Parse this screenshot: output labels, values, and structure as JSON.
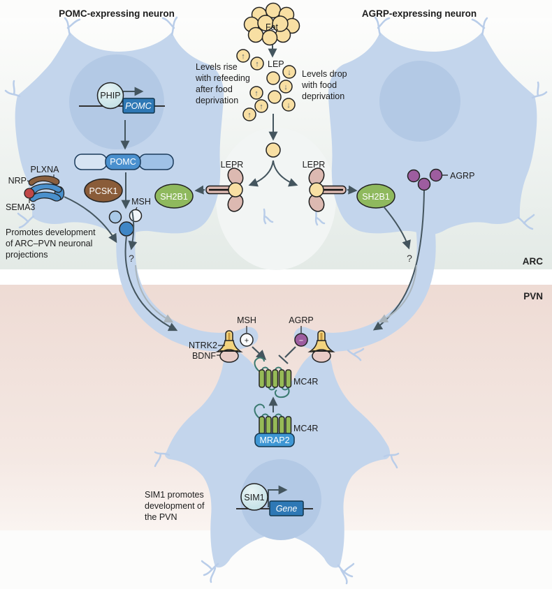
{
  "titles": {
    "left": "POMC-expressing neuron",
    "right": "AGRP-expressing neuron"
  },
  "regions": {
    "arc": "ARC",
    "pvn": "PVN"
  },
  "leptin": {
    "fat": "Fat",
    "lep": "LEP",
    "up_icon": "↑",
    "down_icon": "↓",
    "rise": {
      "l1": "Levels rise",
      "l2": "with refeeding",
      "l3": "after food",
      "l4": "deprivation"
    },
    "drop": {
      "l1": "Levels drop",
      "l2": "with food",
      "l3": "deprivation"
    }
  },
  "pomc_neuron": {
    "phip": "PHIP",
    "gene": "POMC",
    "protein": "POMC",
    "pcsk1": "PCSK1",
    "msh": "MSH",
    "lepr": "LEPR",
    "sh2b1": "SH2B1",
    "question": "?"
  },
  "guidance": {
    "plxna": "PLXNA",
    "nrp": "NRP",
    "sema3": "SEMA3",
    "note": {
      "l1": "Promotes development",
      "l2": "of ARC–PVN neuronal",
      "l3": "projections"
    }
  },
  "agrp_neuron": {
    "lepr": "LEPR",
    "sh2b1": "SH2B1",
    "agrp": "AGRP",
    "question": "?"
  },
  "pvn_area": {
    "msh": "MSH",
    "msh_sign": "+",
    "agrp": "AGRP",
    "agrp_sign": "−",
    "ntrk2": "NTRK2",
    "bdnf": "BDNF",
    "mc4r_membrane": "MC4R",
    "mc4r_cyto": "MC4R",
    "mrap2": "MRAP2"
  },
  "sim1_area": {
    "sim1": "SIM1",
    "gene": "Gene",
    "note": {
      "l1": "SIM1 promotes",
      "l2": "development of",
      "l3": "the PVN"
    }
  },
  "colors": {
    "neuron_body": "#c3d5ec",
    "nucleus": "#b3c9e5",
    "arc_bg": "#e5ebe8",
    "pvn_bg": "#efdcd5",
    "leptin_yellow": "#f8dfa3",
    "receptor_pink": "#dcb9b1",
    "sh2b1_green": "#8fb95e",
    "pcsk1_brown": "#8a5c39",
    "agrp_purple": "#9d5d9f",
    "gene_blue": "#2e78b5",
    "mc4r_green": "#96ba57",
    "mrap2_blue": "#3f97d4",
    "sema3_red": "#c04848",
    "arrow_dark": "#44555e",
    "arrow_light": "#a9b4bb"
  }
}
